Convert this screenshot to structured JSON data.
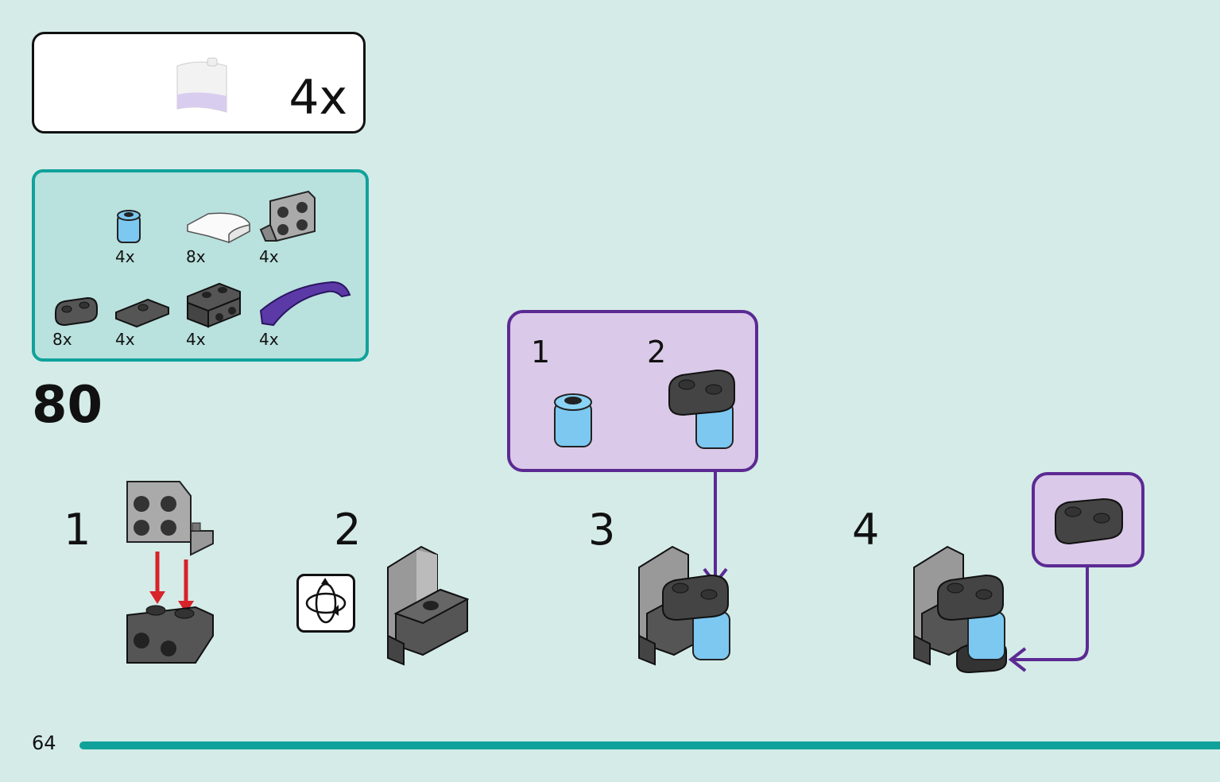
{
  "subassembly": {
    "count": "4x"
  },
  "parts_list": [
    {
      "qty": "4x",
      "icon": "light-blue-round-brick-icon"
    },
    {
      "qty": "8x",
      "icon": "white-curved-slope-icon"
    },
    {
      "qty": "4x",
      "icon": "grey-bracket-2x2-icon"
    },
    {
      "qty": "8x",
      "icon": "dark-grey-plate-1x2-rounded-icon"
    },
    {
      "qty": "4x",
      "icon": "dark-grey-jumper-plate-icon"
    },
    {
      "qty": "4x",
      "icon": "dark-grey-bracket-1x2-icon"
    },
    {
      "qty": "4x",
      "icon": "purple-curved-arch-icon"
    }
  ],
  "step": {
    "number": "80"
  },
  "sub_steps": [
    {
      "number": "1"
    },
    {
      "number": "2"
    },
    {
      "number": "3"
    },
    {
      "number": "4"
    }
  ],
  "callout_top": {
    "items": [
      {
        "number": "1"
      },
      {
        "number": "2"
      }
    ]
  },
  "page": {
    "number": "64"
  },
  "colors": {
    "background": "#d5ebe8",
    "accent_teal": "#10a29a",
    "callout_fill": "#dac9e8",
    "callout_border": "#5c2a93",
    "arrow_red": "#d8232a"
  }
}
